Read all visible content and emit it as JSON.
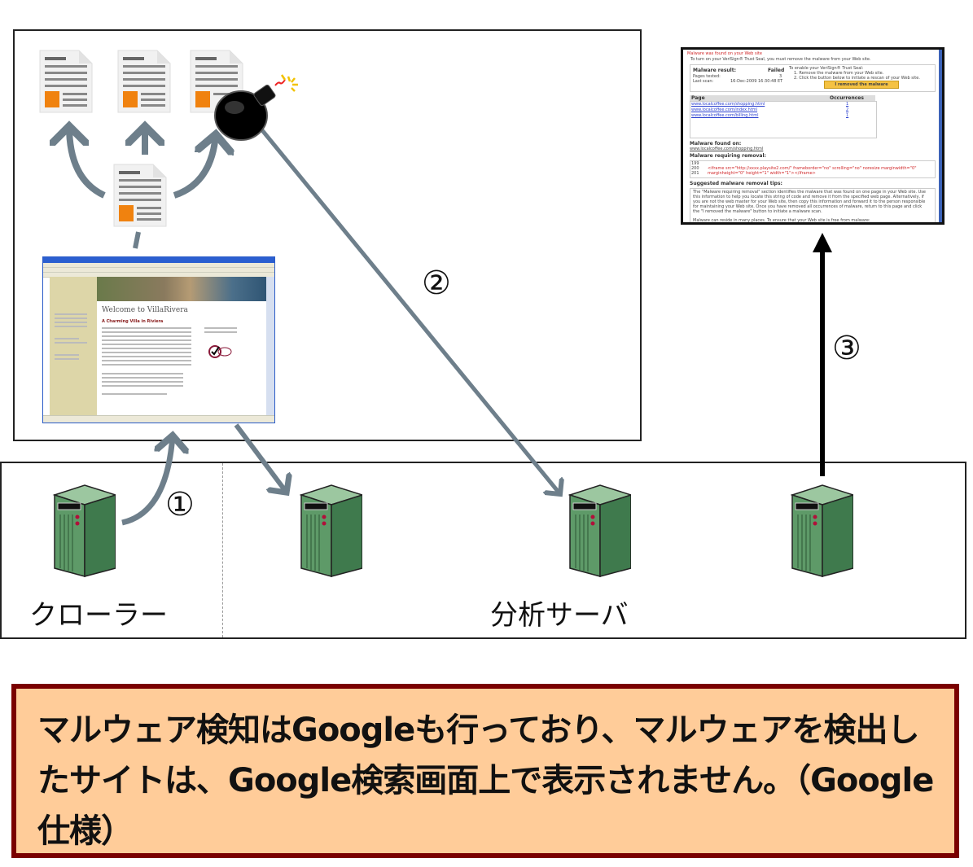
{
  "diagram": {
    "title": "Malware detection flow",
    "step_labels": [
      "①",
      "②",
      "③"
    ],
    "nodes": {
      "crawler_label": "クローラー",
      "analysis_server_label": "分析サーバ"
    },
    "browser_screenshot": {
      "page_title": "Welcome to VillaRivera",
      "subheading": "A Charming Villa in Riviera"
    },
    "malware_report": {
      "heading": "Malware was found on your Web site",
      "intro": "To turn on your VeriSign® Trust Seal, you must remove the malware from your Web site.",
      "result_label": "Malware result:",
      "result_value": "Failed",
      "pages_tested_label": "Pages tested:",
      "pages_tested_value": "3",
      "last_scan_label": "Last scan:",
      "last_scan_value": "16-Dec-2009 16:30:48 ET",
      "instructions_title": "To enable your VeriSign® Trust Seal:",
      "instructions": [
        "1. Remove the malware from your Web site.",
        "2. Click the button below to initiate a rescan of your Web site."
      ],
      "button_label": "I removed the malware",
      "table_headers": [
        "Page",
        "Occurrences"
      ],
      "table_rows": [
        {
          "page": "www.localcoffee.com/shopping.html",
          "occurrences": "1"
        },
        {
          "page": "www.localcoffee.com/index.html",
          "occurrences": "2"
        },
        {
          "page": "www.localcoffee.com/billing.html",
          "occurrences": "1"
        }
      ],
      "found_on_label": "Malware found on:",
      "found_on_value": "www.localcoffee.com/shopping.html",
      "requiring_removal_label": "Malware requiring removal:",
      "code_line_numbers": [
        "199",
        "200",
        "201"
      ],
      "code_snippet": "<iframe src=\"http://xxxx.playsite2.com/\" frameborder=\"no\" scrolling=\"no\" noresize marginwidth=\"0\" marginheight=\"0\" height=\"1\" width=\"1\"></iframe>",
      "tips_label": "Suggested malware removal tips:",
      "tips_text": "The \"Malware requiring removal\" section identifies the malware that was found on one page in your Web site. Use this information to help you locate this string of code and remove it from the specified web page. Alternatively, if you are not the web master for your Web site, then copy this information and forward it to the person responsible for maintaining your Web site. Once you have removed all occurrences of malware, return to this page and click the \"I removed the malware\" button to initiate a malware scan.",
      "tips_more": "Malware can reside in many places. To ensure that your Web site is free from malware:"
    },
    "note": {
      "text": "マルウェア検知はGoogleも行っており、マルウェアを検出したサイトは、Google検索画面上で表示されません。（Google仕様）"
    },
    "colors": {
      "arrow_gray": "#6e7f8b",
      "server_green": "#3f7a4d",
      "doc_orange": "#f0820f",
      "note_bg": "#ffcc99",
      "note_border": "#7a0000"
    }
  }
}
